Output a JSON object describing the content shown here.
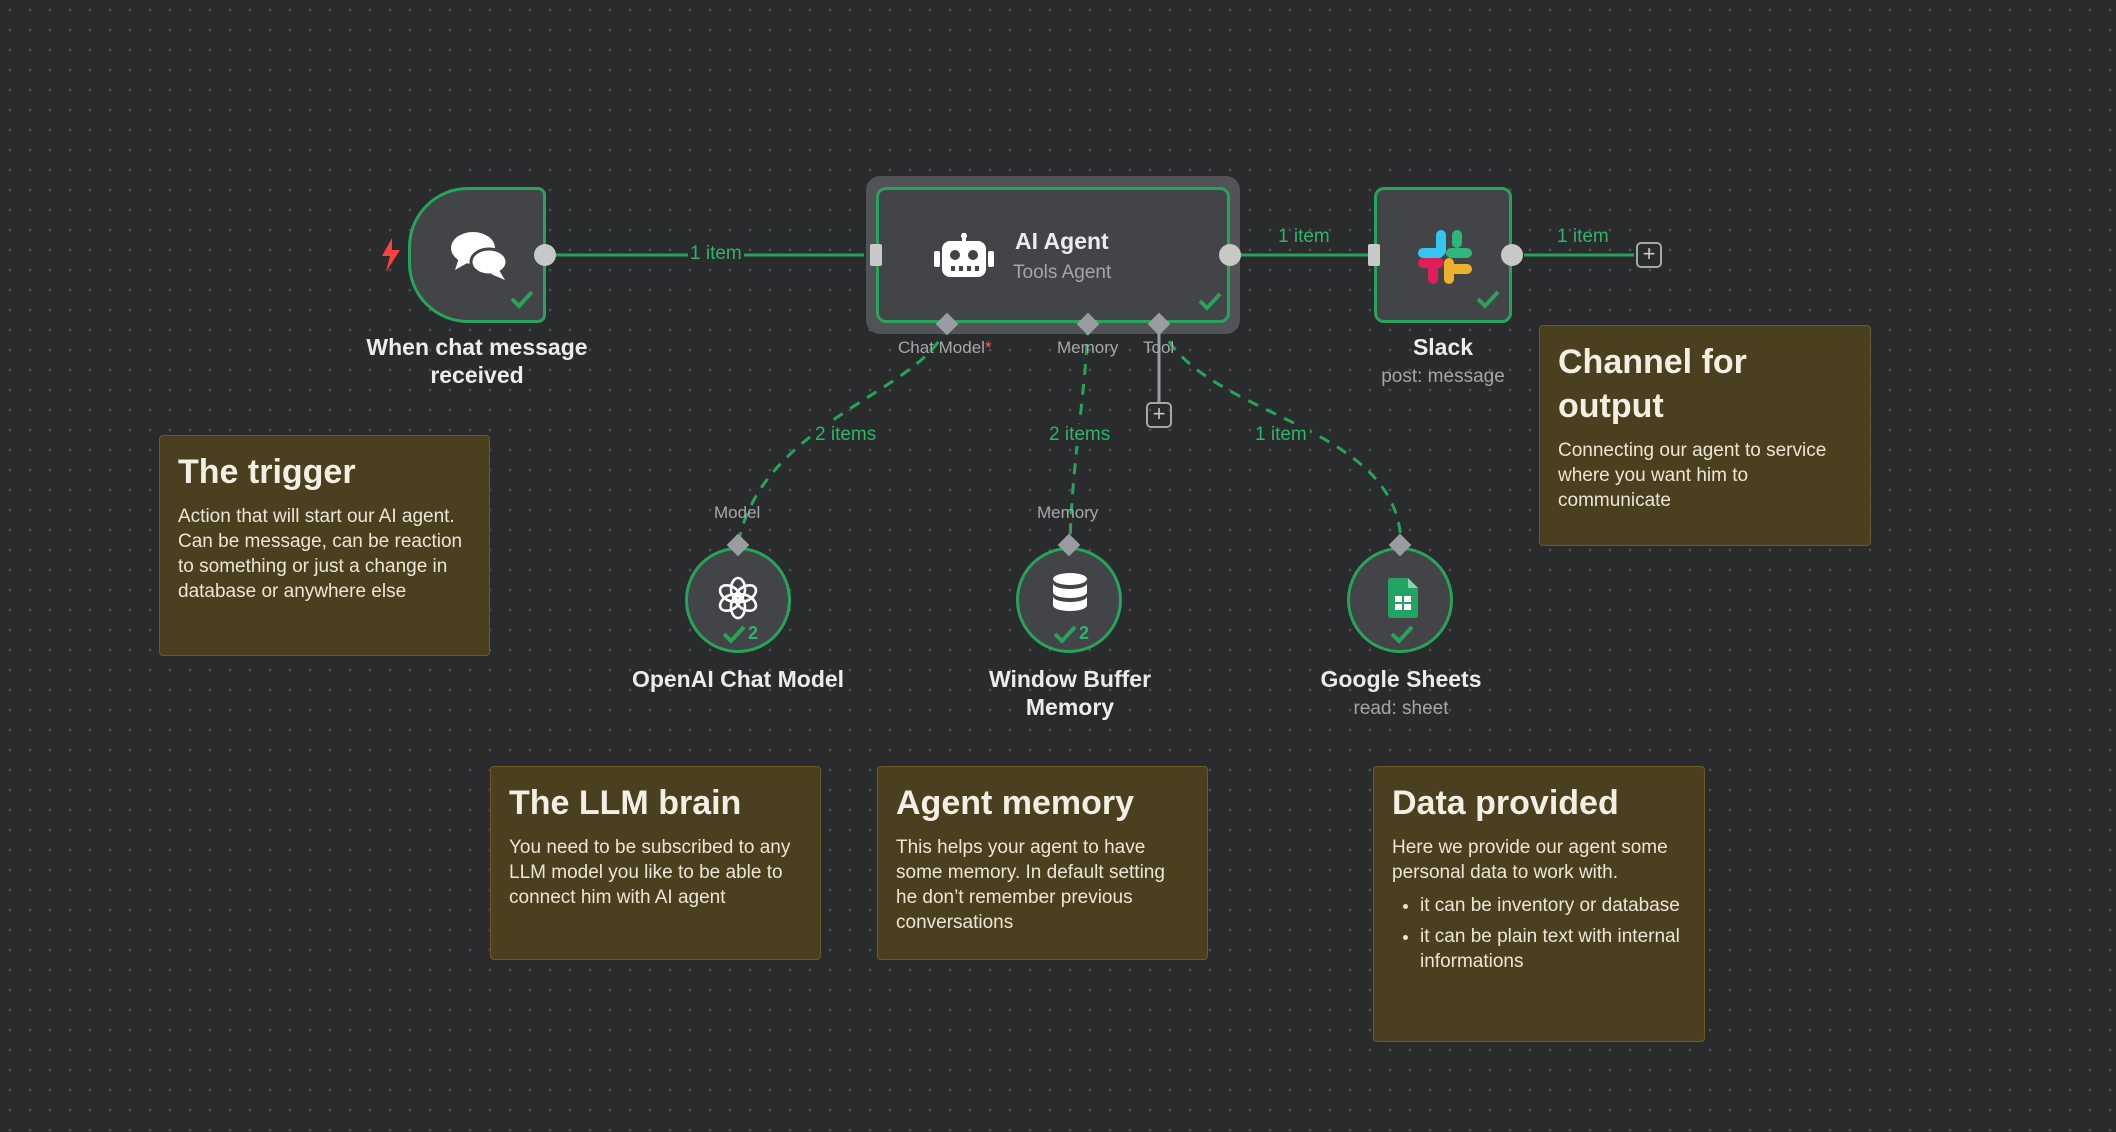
{
  "colors": {
    "canvas_bg": "#2a2b2d",
    "success_green": "#27a35a",
    "node_bg": "#434448",
    "sticky_bg": "#4a3f1e",
    "trigger_red": "#ff4040"
  },
  "nodes": {
    "trigger": {
      "title": "When chat message received",
      "icon": "chat-bubbles-icon",
      "status": "success"
    },
    "agent": {
      "title": "AI Agent",
      "subtitle": "Tools Agent",
      "icon": "robot-icon",
      "status": "success",
      "ports": {
        "chat_model": "Chat Model",
        "chat_model_required": "*",
        "memory": "Memory",
        "tool": "Tool"
      }
    },
    "slack": {
      "title": "Slack",
      "subtitle": "post: message",
      "icon": "slack-icon",
      "status": "success"
    },
    "openai": {
      "title": "OpenAI Chat Model",
      "port_label": "Model",
      "icon": "openai-icon",
      "count": "2"
    },
    "memory": {
      "title": "Window Buffer Memory",
      "port_label": "Memory",
      "icon": "database-icon",
      "count": "2"
    },
    "sheets": {
      "title": "Google Sheets",
      "subtitle": "read: sheet",
      "icon": "google-sheets-icon"
    }
  },
  "edges": {
    "trigger_to_agent": "1 item",
    "agent_to_slack": "1 item",
    "slack_out": "1 item",
    "model_link": "2 items",
    "memory_link": "2 items",
    "tool_link": "1 item"
  },
  "stickies": {
    "trigger": {
      "title": "The trigger",
      "body": "Action that will start our AI agent. Can be message, can be reaction to something or just a change in database or anywhere else"
    },
    "channel": {
      "title": "Channel for output",
      "body": "Connecting our agent to service where you want him to communicate"
    },
    "llm": {
      "title": "The LLM brain",
      "body": "You need to be subscribed to any LLM model you like to be able to connect him with AI agent"
    },
    "memory": {
      "title": "Agent memory",
      "body": "This helps your agent to have some memory. In default setting he don’t remember previous conversations"
    },
    "data": {
      "title": "Data provided",
      "body": "Here we provide our agent some personal data to work with.",
      "items": [
        "it can be inventory or database",
        "it can be plain text with internal informations"
      ]
    }
  }
}
